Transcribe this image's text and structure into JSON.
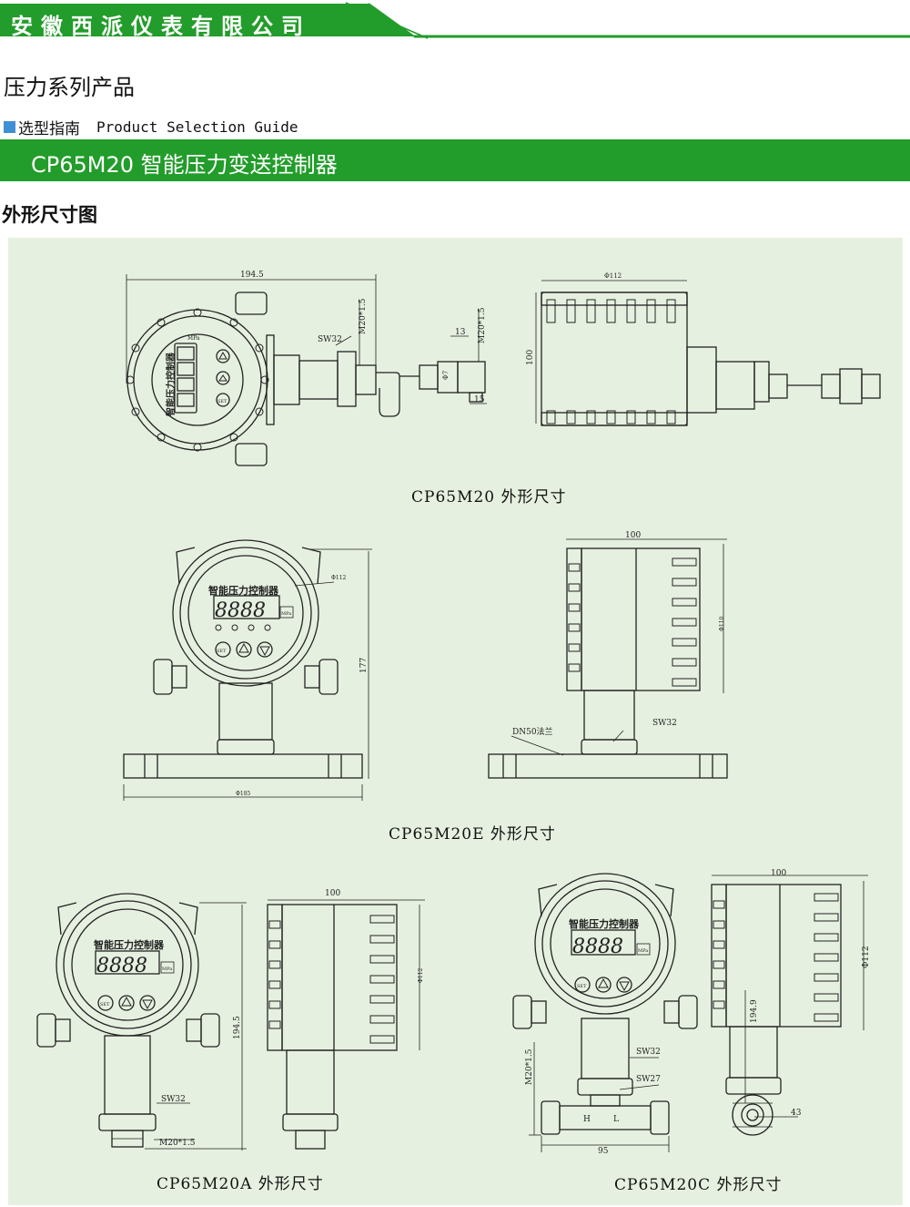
{
  "header": {
    "company": "安徽西派仪表有限公司",
    "series_title": "压力系列产品",
    "guide_cn": "选型指南",
    "guide_en": "Product Selection Guide",
    "product_name": "CP65M20 智能压力变送控制器",
    "section_title": "外形尺寸图"
  },
  "colors": {
    "brand_green": "#229c2a",
    "panel_bg": "#e6f0e0",
    "guide_square": "#3f8fd4"
  },
  "drawings": {
    "d1": {
      "caption": "CP65M20    外形尺寸",
      "dim_width": "194.5",
      "sw": "SW32",
      "thread": "M20*1.5",
      "thread2": "M20*1.5",
      "d13": "13",
      "d15": "15",
      "phi7": "Φ7",
      "dia": "Φ112",
      "height": "100",
      "label": "智能压力控制器",
      "set": "SET",
      "unit": "MPa"
    },
    "d2": {
      "caption": "CP65M20E  外形尺寸",
      "label": "智能压力控制器",
      "digits": "8888",
      "unit": "MPa",
      "set": "SET",
      "dia": "Φ112",
      "height": "177",
      "flange_dia": "Φ185",
      "side_width": "100",
      "side_dia": "Φ110",
      "flange": "DN50法兰",
      "sw": "SW32"
    },
    "d3": {
      "caption": "CP65M20A 外形尺寸",
      "label": "智能压力控制器",
      "digits": "8888",
      "unit": "MPa",
      "set": "SET",
      "sw": "SW32",
      "thread": "M20*1.5",
      "height": "194.5",
      "side_width": "100",
      "side_dia": "Φ112"
    },
    "d4": {
      "caption": "CP65M20C  外形尺寸",
      "label": "智能压力控制器",
      "digits": "8888",
      "unit": "MPa",
      "set": "SET",
      "sw1": "SW32",
      "sw2": "SW27",
      "thread": "M20*1.5",
      "h": "H",
      "l": "L",
      "width": "95",
      "side_width": "100",
      "side_dia": "Φ112",
      "height": "194.9",
      "d43": "43"
    }
  }
}
